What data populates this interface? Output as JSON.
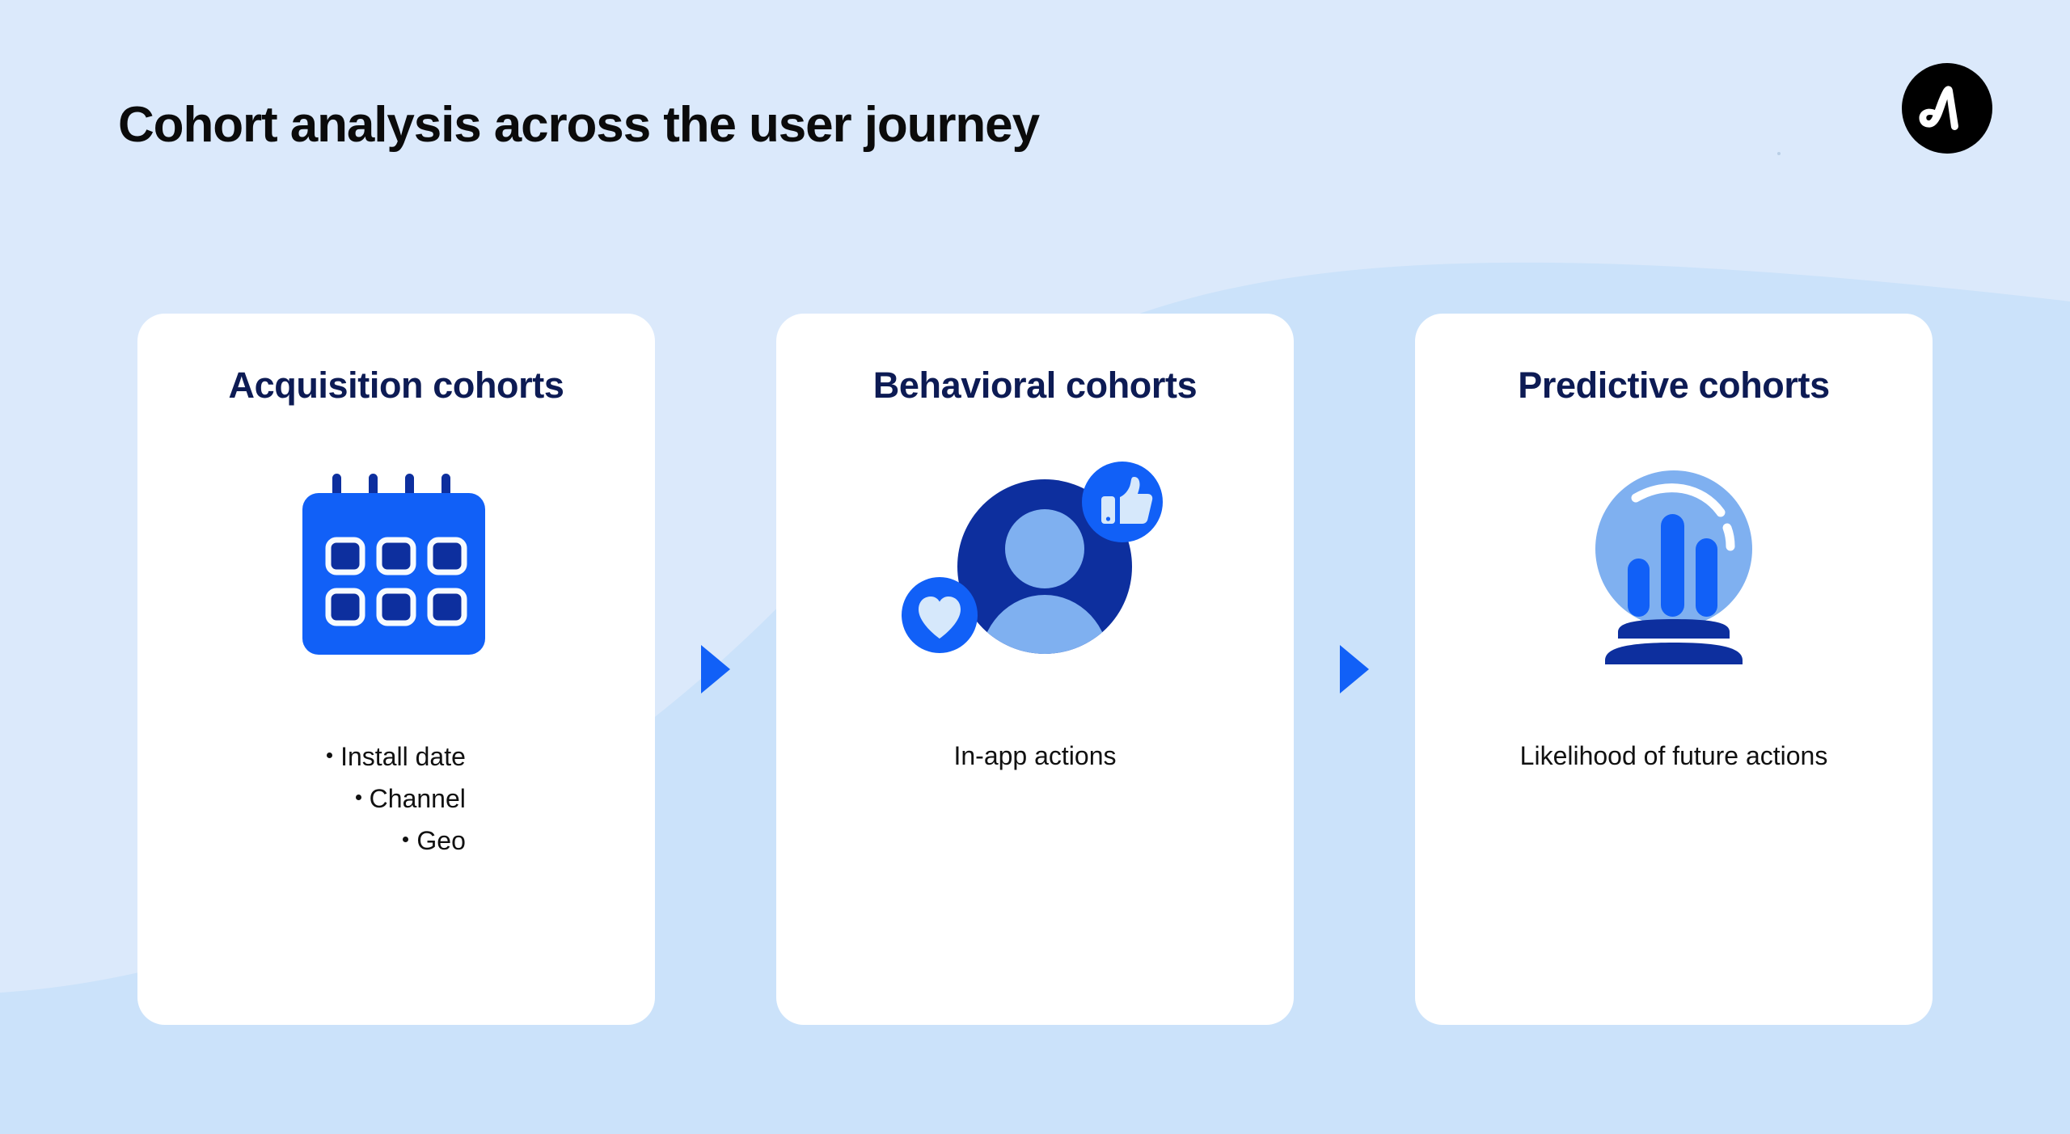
{
  "slide": {
    "title": "Cohort analysis across the user journey",
    "background_color": "#dbe9fb",
    "card_background": "#ffffff",
    "accent_blue": "#1160f7",
    "deep_navy": "#0d1b54",
    "light_blue": "#7fb0f0"
  },
  "logo": {
    "name": "amplitude-logo",
    "alt": "Amplitude",
    "circle_color": "#000000",
    "mark_color": "#ffffff"
  },
  "arrows": [
    {
      "name": "flow-arrow-1",
      "glyph": "play-triangle-right-icon",
      "color": "#1160f7"
    },
    {
      "name": "flow-arrow-2",
      "glyph": "play-triangle-right-icon",
      "color": "#1160f7"
    }
  ],
  "cards": [
    {
      "id": "acquisition",
      "title": "Acquisition cohorts",
      "icon": "calendar-icon",
      "body_type": "bullets",
      "bullets": [
        "Install date",
        "Channel",
        "Geo"
      ],
      "body_text": ""
    },
    {
      "id": "behavioral",
      "title": "Behavioral cohorts",
      "icon": "user-engagement-icon",
      "body_type": "text",
      "bullets": [],
      "body_text": "In-app actions"
    },
    {
      "id": "predictive",
      "title": "Predictive cohorts",
      "icon": "crystal-ball-chart-icon",
      "body_type": "text",
      "bullets": [],
      "body_text": "Likelihood of future actions"
    }
  ]
}
